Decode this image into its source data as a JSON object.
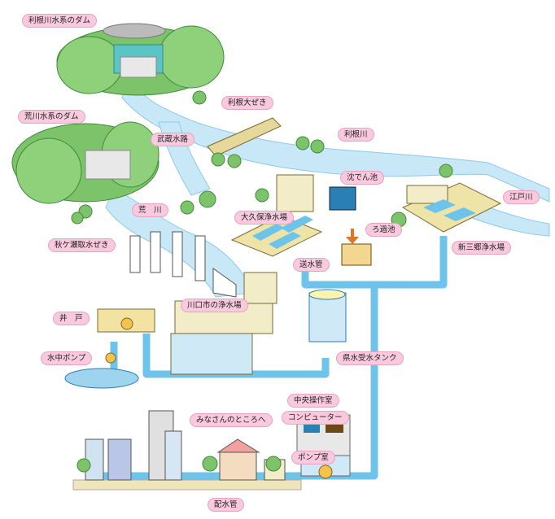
{
  "labels": {
    "tone_dam": "利根川水系のダム",
    "arakawa_dam": "荒川水系のダム",
    "tone_weir": "利根大ぜき",
    "tonegawa": "利根川",
    "musashi_channel": "武蔵水路",
    "edogawa": "江戸川",
    "sedimentation_pond": "沈でん池",
    "okubo_plant": "大久保浄水場",
    "filter_pond": "ろ過池",
    "arakawa": "荒　川",
    "shin_misato_plant": "新三郷浄水場",
    "akigase_weir": "秋ケ瀬取水ぜき",
    "transmission_pipe": "送水管",
    "kawaguchi_plant": "川口市の浄水場",
    "well": "井　戸",
    "submersible_pump": "水中ポンプ",
    "prefectural_tank": "県水受水タンク",
    "central_control": "中央操作室",
    "to_everyone": "みなさんのところへ",
    "computer": "コンピューター",
    "pump_room": "ポンプ室",
    "distribution_pipe": "配水管"
  },
  "colors": {
    "label_bg": "#f9c9dd",
    "water": "#bfe3f6",
    "pipe": "#6ec3ea",
    "mountain": "#7dc36a",
    "ground": "#eee6b8"
  }
}
